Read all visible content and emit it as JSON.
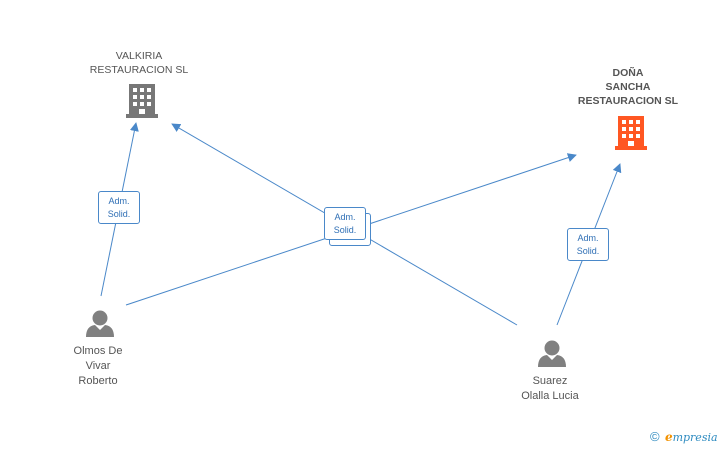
{
  "nodes": {
    "valkiria": {
      "name": [
        "VALKIRIA",
        "RESTAURACION SL"
      ],
      "type": "company",
      "color": "#777777",
      "icon": "building-icon"
    },
    "dona_sancha": {
      "name": [
        "DOÑA",
        "SANCHA",
        "RESTAURACION SL"
      ],
      "type": "company",
      "color": "#ff5722",
      "icon": "building-icon"
    },
    "olmos": {
      "name": [
        "Olmos De",
        "Vivar",
        "Roberto"
      ],
      "type": "person",
      "color": "#808080",
      "icon": "person-icon"
    },
    "suarez": {
      "name": [
        "Suarez",
        "Olalla Lucia"
      ],
      "type": "person",
      "color": "#808080",
      "icon": "person-icon"
    }
  },
  "relations": {
    "olmos_valkiria": [
      "Adm.",
      "Solid."
    ],
    "center": [
      "Adm.",
      "Solid."
    ],
    "suarez_dona": [
      "Adm.",
      "Solid."
    ]
  },
  "colors": {
    "edge": "#4a88c9"
  },
  "footer": {
    "copyright": "©",
    "brand_initial": "e",
    "brand_rest": "mpresia"
  }
}
